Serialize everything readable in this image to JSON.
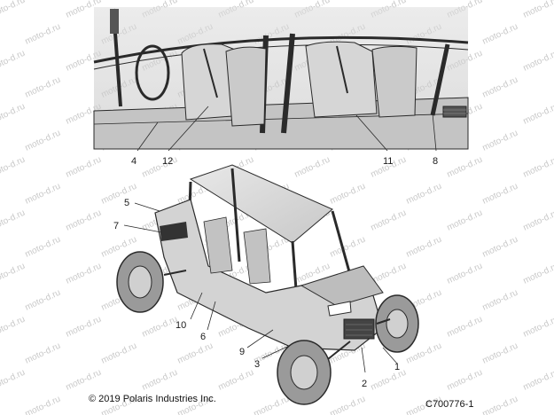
{
  "callouts_top": [
    "4",
    "12",
    "11",
    "8"
  ],
  "callouts_bottom": [
    "5",
    "7",
    "10",
    "6",
    "9",
    "3",
    "2",
    "1"
  ],
  "watermark_text": "moto-d.ru",
  "footer": {
    "copyright": "© 2019 Polaris Industries Inc.",
    "code": "C700776-1"
  },
  "colors": {
    "line": "#2a2a2a",
    "panel_top": "#e6e6e6",
    "panel_grad": "#d2d2d2",
    "body_light": "#dcdcdc",
    "body_mid": "#bdbdbd",
    "tire": "#8a8a8a"
  }
}
